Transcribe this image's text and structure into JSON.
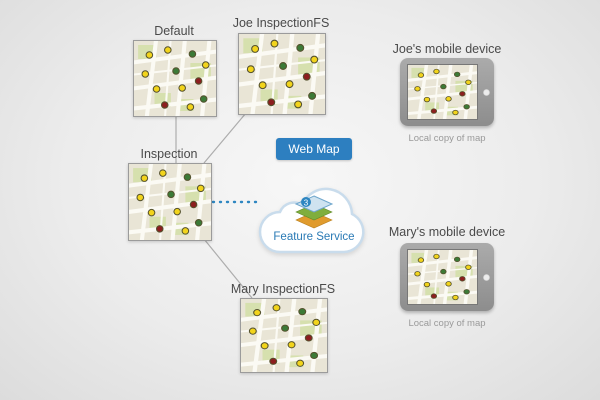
{
  "maps": {
    "default": {
      "label": "Default"
    },
    "joe": {
      "label": "Joe InspectionFS"
    },
    "inspection": {
      "label": "Inspection"
    },
    "mary": {
      "label": "Mary InspectionFS"
    }
  },
  "cloud": {
    "badge": "Web Map",
    "service": "Feature Service"
  },
  "devices": {
    "joe": {
      "label": "Joe's mobile device",
      "caption": "Local copy of map"
    },
    "mary": {
      "label": "Mary's mobile device",
      "caption": "Local copy of map"
    }
  }
}
